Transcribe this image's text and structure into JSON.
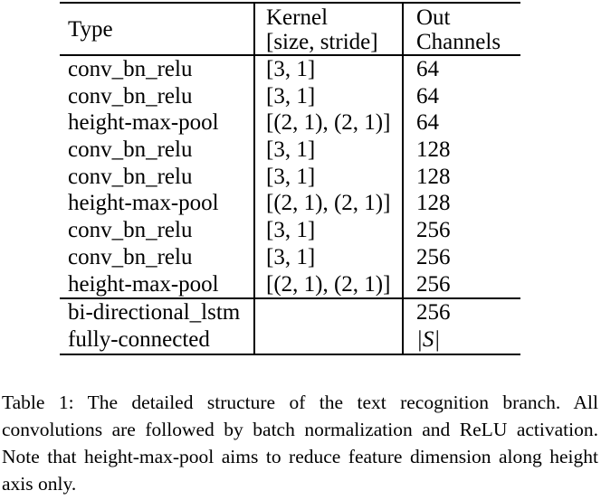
{
  "colors": {
    "text": "#000000",
    "background": "#ffffff",
    "rule": "#000000"
  },
  "table": {
    "header": {
      "type": "Type",
      "kernel_line1": "Kernel",
      "kernel_line2": "[size, stride]",
      "out_line1": "Out",
      "out_line2": "Channels"
    },
    "rows": [
      {
        "type": "conv_bn_relu",
        "kernel": "[3, 1]",
        "out": "64"
      },
      {
        "type": "conv_bn_relu",
        "kernel": "[3, 1]",
        "out": "64"
      },
      {
        "type": "height-max-pool",
        "kernel": "[(2, 1), (2, 1)]",
        "out": "64"
      },
      {
        "type": "conv_bn_relu",
        "kernel": "[3, 1]",
        "out": "128"
      },
      {
        "type": "conv_bn_relu",
        "kernel": "[3, 1]",
        "out": "128"
      },
      {
        "type": "height-max-pool",
        "kernel": "[(2, 1), (2, 1)]",
        "out": "128"
      },
      {
        "type": "conv_bn_relu",
        "kernel": "[3, 1]",
        "out": "256"
      },
      {
        "type": "conv_bn_relu",
        "kernel": "[3, 1]",
        "out": "256"
      },
      {
        "type": "height-max-pool",
        "kernel": "[(2, 1), (2, 1)]",
        "out": "256"
      },
      {
        "type": "bi-directional_lstm",
        "kernel": "",
        "out": "256"
      },
      {
        "type": "fully-connected",
        "kernel": "",
        "out": "|S|"
      }
    ]
  },
  "caption": "Table 1: The detailed structure of the text recognition branch. All convolutions are followed by batch normalization and ReLU activation. Note that height-max-pool aims to reduce feature dimension along height axis only."
}
